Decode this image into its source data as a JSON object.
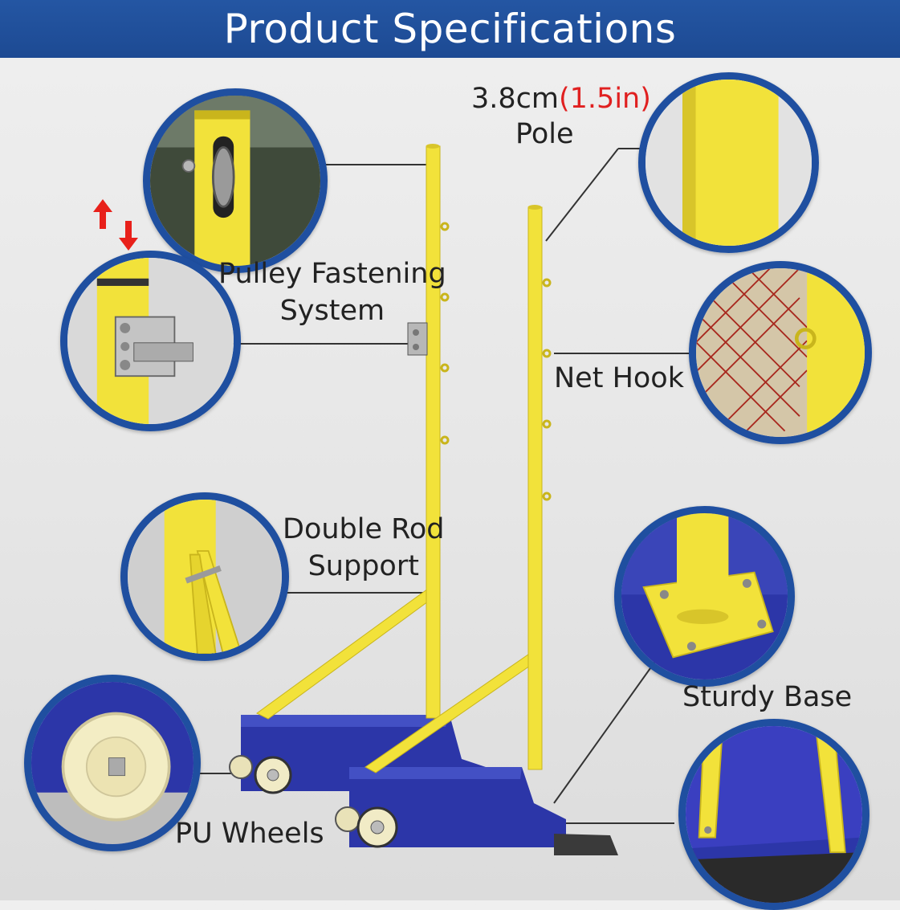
{
  "header": {
    "title": "Product Specifications"
  },
  "labels": {
    "pole_size_metric": "3.8cm",
    "pole_size_imperial": "(1.5in)",
    "pole": "Pole",
    "pulley_line1": "Pulley Fastening",
    "pulley_line2": "System",
    "net_hook": "Net Hook",
    "double_rod_line1": "Double Rod",
    "double_rod_line2": "Support",
    "sturdy_base": "Sturdy Base",
    "pu_wheels": "PU Wheels"
  },
  "colors": {
    "header_bg": "#1f4fa0",
    "circle_border": "#1f4fa0",
    "pole_yellow": "#f2e23a",
    "base_blue": "#2c36a8",
    "accent_red": "#e02020",
    "net_red": "#a8281e"
  },
  "icons": {
    "adjust_arrows": "up-down-arrows-icon"
  }
}
